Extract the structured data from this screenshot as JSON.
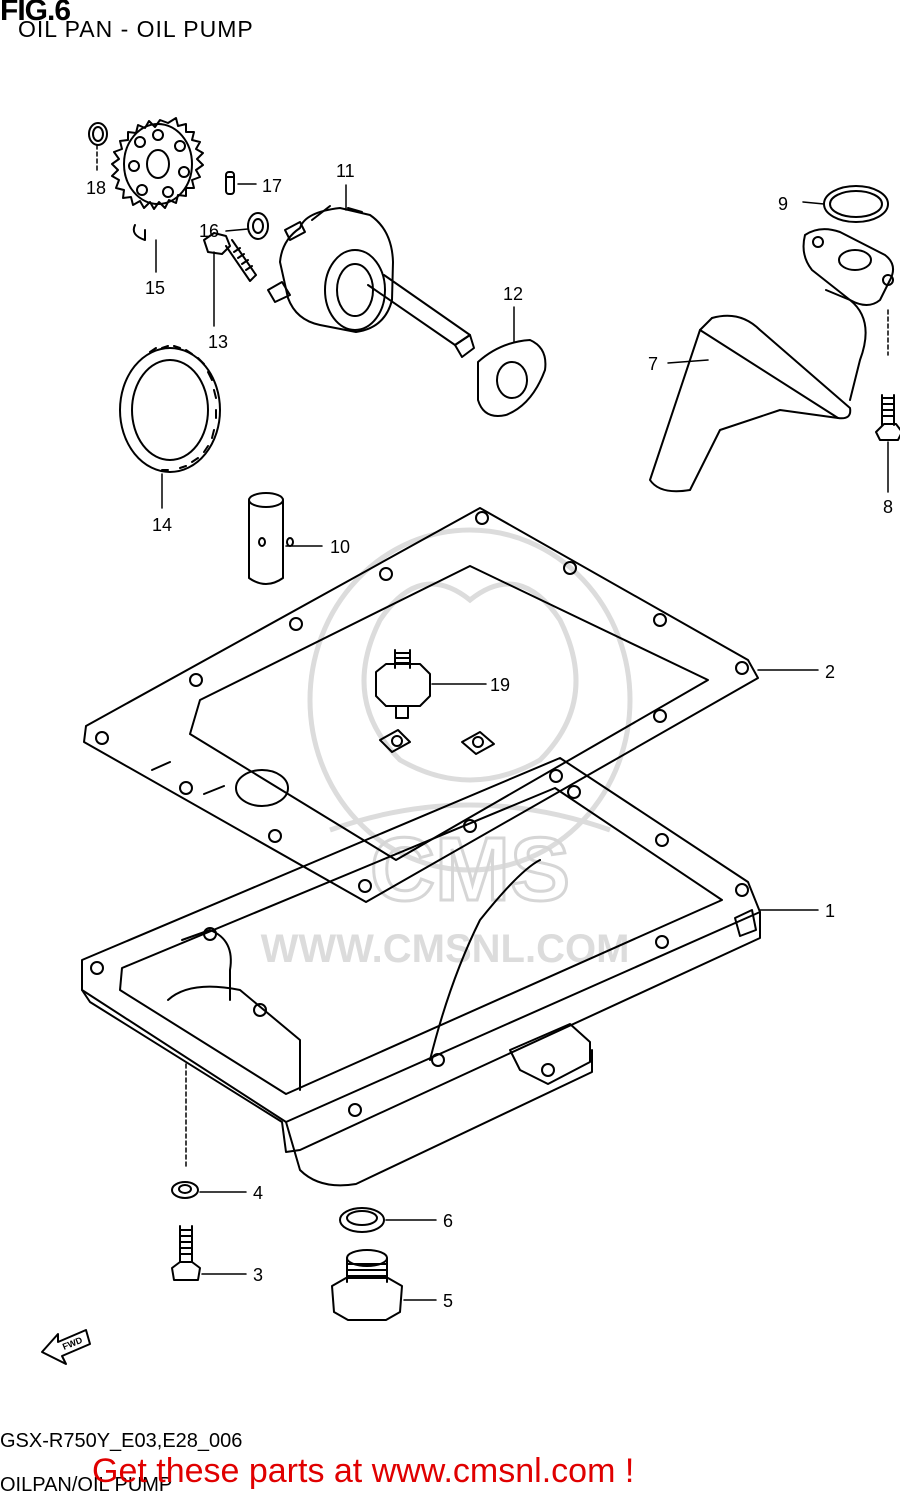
{
  "header": {
    "fig_number": "FIG.6",
    "title": "OIL PAN - OIL PUMP"
  },
  "footer": {
    "model_code": "GSX-R750Y_E03,E28_006",
    "section_name": "OILPAN/OIL PUMP",
    "promo_text": "Get these parts at www.cmsnl.com !"
  },
  "watermark": {
    "text": "WWW.CMSNL.COM",
    "brand": "CMS"
  },
  "fwd_arrow_label": "FWD",
  "callouts": [
    "1",
    "2",
    "3",
    "4",
    "5",
    "6",
    "7",
    "8",
    "9",
    "10",
    "11",
    "12",
    "13",
    "14",
    "15",
    "16",
    "17",
    "18",
    "19"
  ],
  "colors": {
    "line": "#000000",
    "promo": "#e00000",
    "watermark": "#d8d8d8"
  }
}
